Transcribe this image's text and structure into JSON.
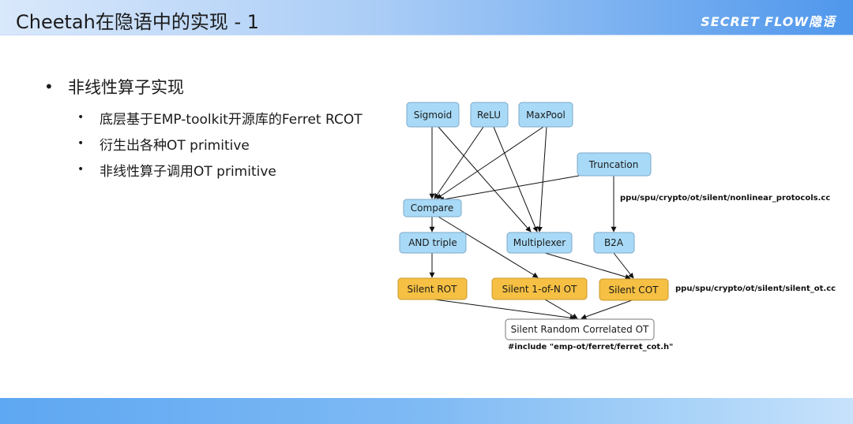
{
  "header": {
    "title": "Cheetah在隐语中的实现 - 1",
    "logo": "SECRET FLOW隐语"
  },
  "bullets": {
    "main": "非线性算子实现",
    "subs": [
      "底层基于EMP-toolkit开源库的Ferret RCOT",
      "衍生出各种OT primitive",
      "非线性算子调用OT primitive"
    ]
  },
  "diagram": {
    "nodes": {
      "sigmoid": "Sigmoid",
      "relu": "ReLU",
      "maxpool": "MaxPool",
      "truncation": "Truncation",
      "compare": "Compare",
      "and_triple": "AND triple",
      "multiplexer": "Multiplexer",
      "b2a": "B2A",
      "silent_rot": "Silent ROT",
      "silent_1ofn": "Silent 1-of-N OT",
      "silent_cot": "Silent COT",
      "silent_rcot": "Silent Random Correlated OT"
    },
    "annotations": {
      "nonlinear_path": "ppu/spu/crypto/ot/silent/nonlinear_protocols.cc",
      "silent_path": "ppu/spu/crypto/ot/silent/silent_ot.cc",
      "include": "#include \"emp-ot/ferret/ferret_cot.h\""
    },
    "colors": {
      "blue_fill": "#a8daf7",
      "blue_stroke": "#7ea8c9",
      "orange_fill": "#f5c043",
      "orange_stroke": "#c9982b",
      "white_fill": "#ffffff"
    }
  }
}
